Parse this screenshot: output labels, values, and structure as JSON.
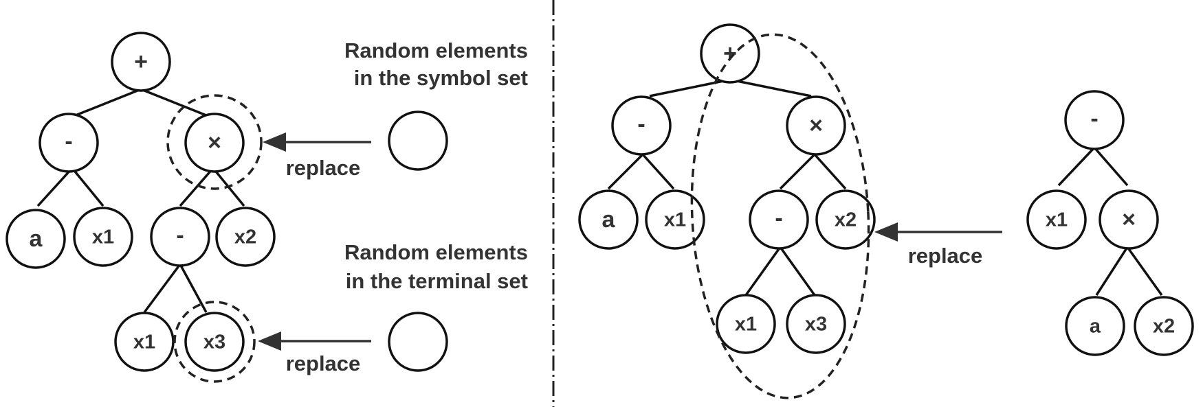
{
  "left_panel": {
    "tree": {
      "root": "+",
      "minus": "-",
      "times": "×",
      "a": "a",
      "x1": "x1",
      "minus2": "-",
      "x2": "x2",
      "x1_low": "x1",
      "x3": "x3"
    },
    "symbol_set_label": [
      "Random elements",
      "in the symbol set"
    ],
    "terminal_set_label": [
      "Random elements",
      "in the terminal set"
    ],
    "replace_top": "replace",
    "replace_bottom": "replace"
  },
  "right_panel": {
    "tree": {
      "root": "+",
      "minus": "-",
      "times": "×",
      "a": "a",
      "x1": "x1",
      "minus2": "-",
      "x2": "x2",
      "x1_low": "x1",
      "x3": "x3"
    },
    "new_subtree": {
      "root": "-",
      "x1": "x1",
      "times": "×",
      "a": "a",
      "x2": "x2"
    },
    "replace": "replace"
  }
}
